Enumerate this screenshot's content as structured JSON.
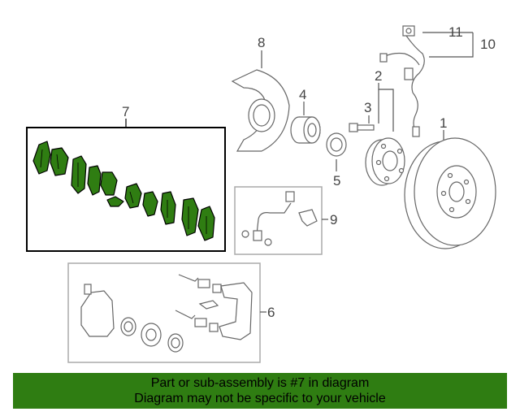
{
  "callouts": {
    "c1": "1",
    "c2": "2",
    "c3": "3",
    "c4": "4",
    "c5": "5",
    "c6": "6",
    "c7": "7",
    "c8": "8",
    "c9": "9",
    "c10": "10",
    "c11": "11"
  },
  "banner": {
    "line1": "Part or sub-assembly is #7 in diagram",
    "line2": "Diagram may not be specific to your vehicle"
  },
  "colors": {
    "highlight_fill": "#2f7d12",
    "banner_bg": "#2f7d12",
    "line": "#555555",
    "box_border": "#aaaaaa"
  }
}
